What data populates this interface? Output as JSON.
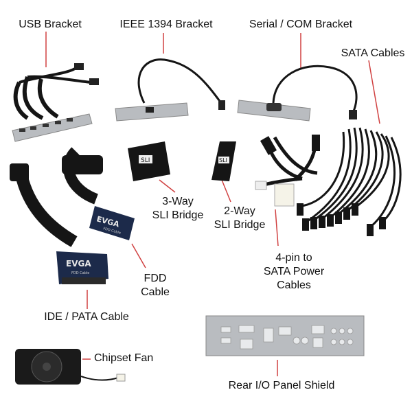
{
  "labels": {
    "usb_bracket": "USB Bracket",
    "ieee_1394_bracket": "IEEE 1394 Bracket",
    "serial_com_bracket": "Serial / COM Bracket",
    "sata_cables": "SATA Cables",
    "three_way_sli_bridge": "3-Way\nSLI Bridge",
    "two_way_sli_bridge": "2-Way\nSLI Bridge",
    "four_pin_sata_power": "4-pin to\nSATA Power\nCables",
    "fdd_cable": "FDD\nCable",
    "ide_pata_cable": "IDE / PATA Cable",
    "chipset_fan": "Chipset Fan",
    "rear_io_shield": "Rear I/O Panel Shield"
  },
  "brand": {
    "evga_logo": "EVGA",
    "fdd_cable_print": "FDD Cable",
    "sli_mark": "SLI"
  },
  "colors": {
    "callout_line": "#d04040",
    "cable_black": "#151515",
    "connector_blue": "#1c2a4a",
    "bracket_gray": "#b9bcc0"
  }
}
